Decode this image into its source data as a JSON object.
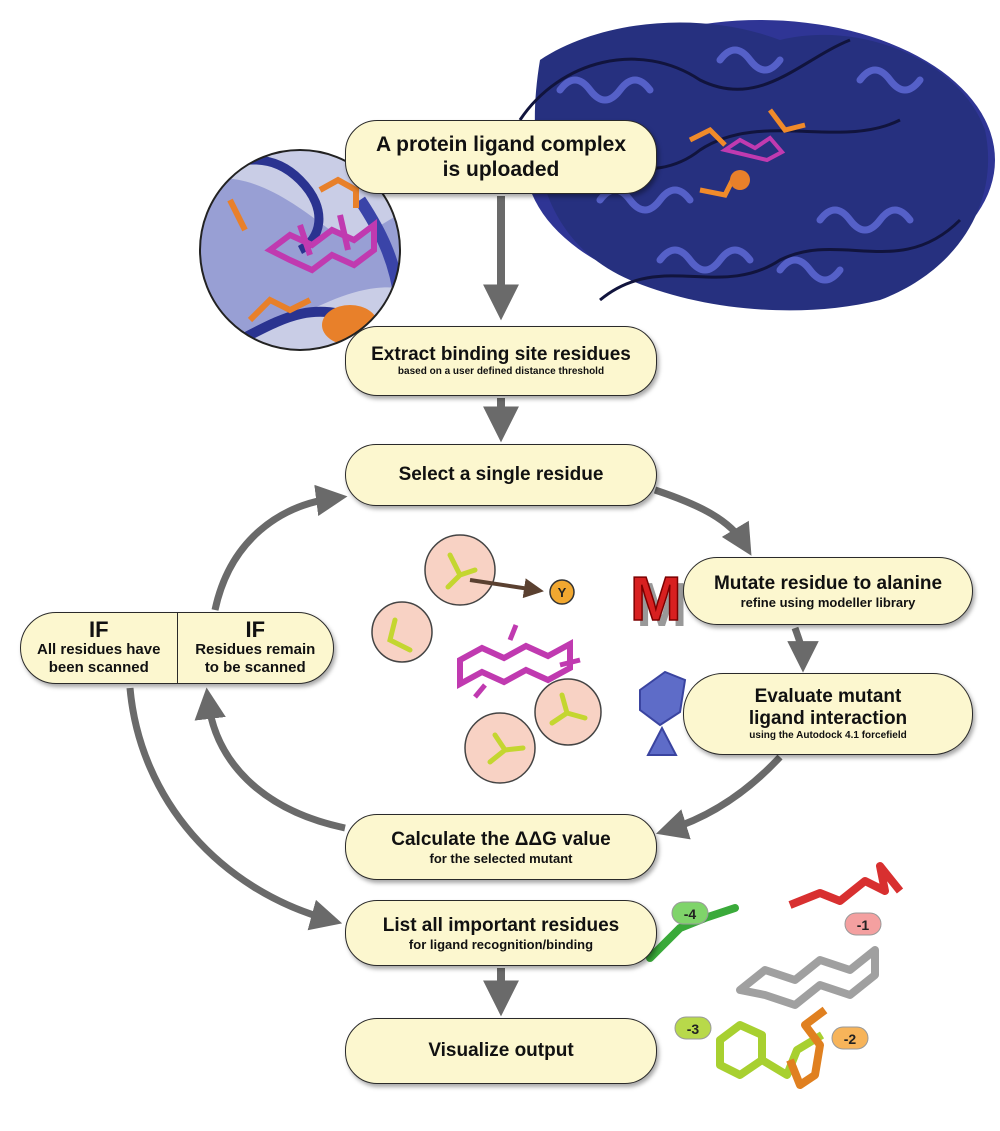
{
  "steps": {
    "upload": {
      "line1": "A protein ligand complex",
      "line2": "is uploaded"
    },
    "extract": {
      "title": "Extract binding site residues",
      "sub": "based on a user defined distance threshold"
    },
    "select": {
      "title": "Select a single residue"
    },
    "mutate": {
      "title": "Mutate residue to alanine",
      "sub": "refine using modeller library"
    },
    "evaluate": {
      "line1": "Evaluate mutant",
      "line2": "ligand interaction",
      "sub": "using the Autodock 4.1 forcefield"
    },
    "calculate": {
      "title": "Calculate the ΔΔG value",
      "sub": "for the selected mutant"
    },
    "list": {
      "title": "List all important residues",
      "sub": "for ligand recognition/binding"
    },
    "visualize": {
      "title": "Visualize output"
    }
  },
  "condition": {
    "left": {
      "title": "IF",
      "line1": "All residues have",
      "line2": "been scanned"
    },
    "right": {
      "title": "IF",
      "line1": "Residues remain",
      "line2": "to be scanned"
    }
  },
  "illustrations": {
    "mutation_label": "Y",
    "modeller_logo_letter": "M",
    "ranks": [
      {
        "label": "-1",
        "color": "#f4a0a0"
      },
      {
        "label": "-2",
        "color": "#f7b45a"
      },
      {
        "label": "-3",
        "color": "#b8d94a"
      },
      {
        "label": "-4",
        "color": "#7fd46a"
      }
    ],
    "colors": {
      "protein": "#2a2f8a",
      "ligand": "#c03ab0",
      "residue": "#e8802a",
      "box_fill": "#fcf7cf",
      "arrow": "#6a6a6a"
    }
  }
}
